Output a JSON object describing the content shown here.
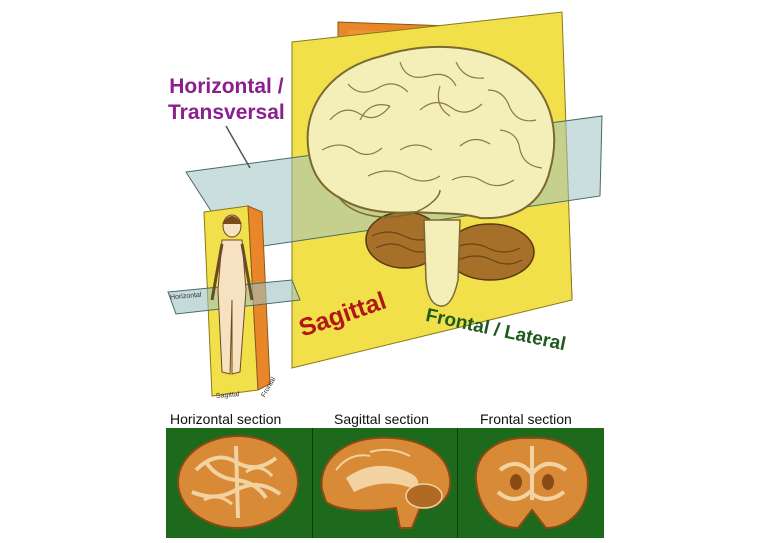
{
  "labels": {
    "horizontal_line1": "Horizontal /",
    "horizontal_line2": "Transversal",
    "sagittal": "Sagittal",
    "frontal": "Frontal / Lateral"
  },
  "figure_labels": {
    "horizontal": "Horizontal",
    "sagittal": "Sagittal",
    "frontal": "Frontal"
  },
  "sections": [
    {
      "label": "Horizontal section"
    },
    {
      "label": "Sagittal section"
    },
    {
      "label": "Frontal section"
    }
  ],
  "colors": {
    "sagittal_plane": "#f2e04a",
    "frontal_plane": "#e9862a",
    "horizontal_plane": "#9fc2c2",
    "brain": "#f4eeb8",
    "cerebellum": "#a7702a",
    "section_bg": "#1d6a1d",
    "tissue": "#d98a36"
  }
}
